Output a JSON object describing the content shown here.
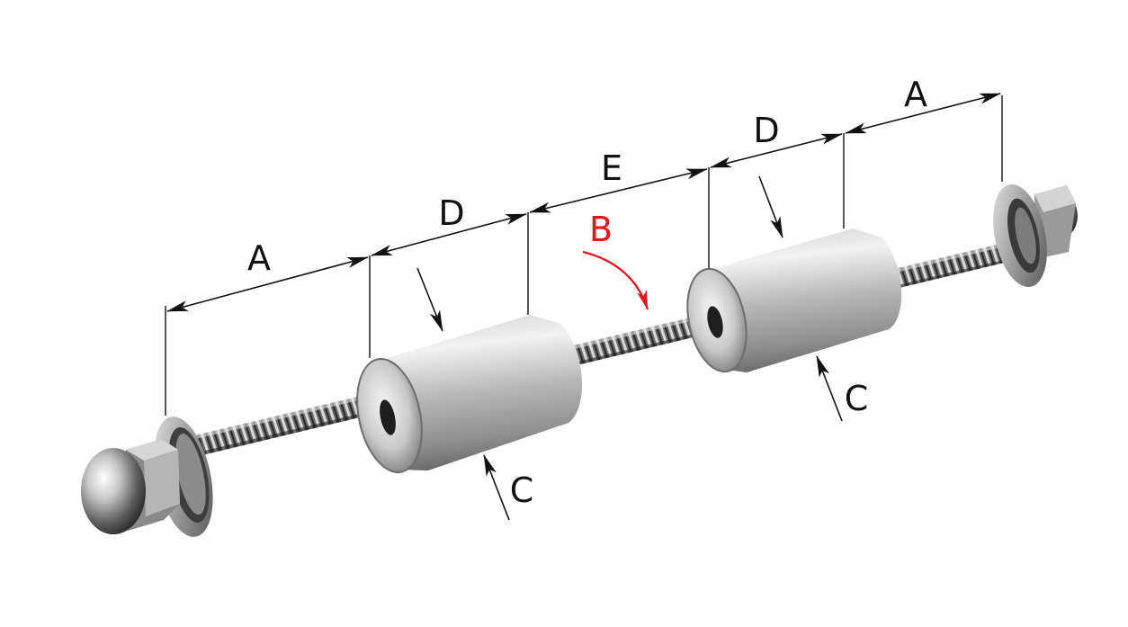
{
  "labels": {
    "a_left": "A",
    "d_left": "D",
    "e_middle": "E",
    "d_right": "D",
    "a_right": "A",
    "b_rod": "B",
    "c_left": "C",
    "c_right": "C"
  },
  "colors": {
    "dimension": "#111111",
    "highlight": "#e3161b",
    "metal_light": "#e6e6e6",
    "metal_mid": "#a9a9a9",
    "metal_dark": "#4a4a4a"
  },
  "icons": {
    "cap_nut": "acorn-nut-icon",
    "spacer": "cylinder-spacer-icon",
    "rod": "threaded-rod-icon"
  }
}
